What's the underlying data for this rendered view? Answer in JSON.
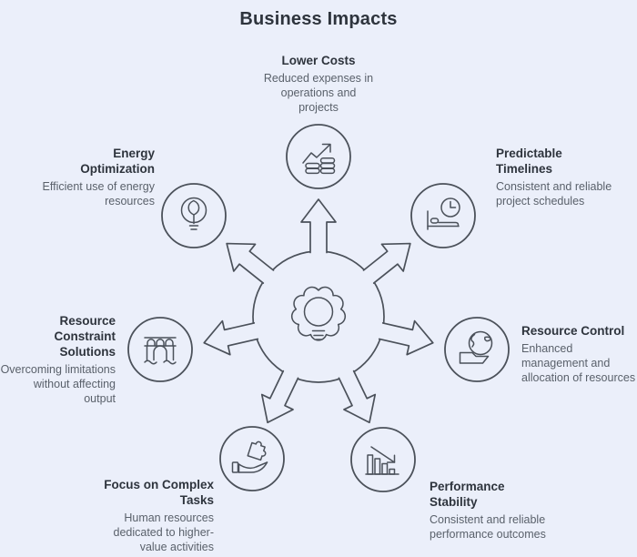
{
  "title": "Business Impacts",
  "colors": {
    "background": "#ebeffa",
    "stroke": "#4b515a",
    "heading": "#2e343d",
    "body": "#5a616b"
  },
  "center": {
    "icon": "gear-lightbulb-icon",
    "spoke_count": 7
  },
  "items": [
    {
      "id": "lower-costs",
      "icon": "coins-growth-icon",
      "title": "Lower Costs",
      "description": "Reduced expenses in\noperations and\nprojects"
    },
    {
      "id": "predictable-timelines",
      "icon": "clock-bed-icon",
      "title": "Predictable\nTimelines",
      "description": "Consistent and reliable\nproject schedules"
    },
    {
      "id": "resource-control",
      "icon": "globe-hand-icon",
      "title": "Resource Control",
      "description": "Enhanced\nmanagement and\nallocation of resources"
    },
    {
      "id": "performance-stability",
      "icon": "declining-bars-icon",
      "title": "Performance\nStability",
      "description": "Consistent and reliable\nperformance outcomes"
    },
    {
      "id": "focus-on-complex-tasks",
      "icon": "hand-puzzle-icon",
      "title": "Focus on Complex\nTasks",
      "description": "Human resources\ndedicated to higher-\nvalue activities"
    },
    {
      "id": "resource-constraint-solutions",
      "icon": "bridge-icon",
      "title": "Resource\nConstraint\nSolutions",
      "description": "Overcoming limitations\nwithout affecting\noutput"
    },
    {
      "id": "energy-optimization",
      "icon": "leaf-bulb-icon",
      "title": "Energy\nOptimization",
      "description": "Efficient use of energy\nresources"
    }
  ]
}
